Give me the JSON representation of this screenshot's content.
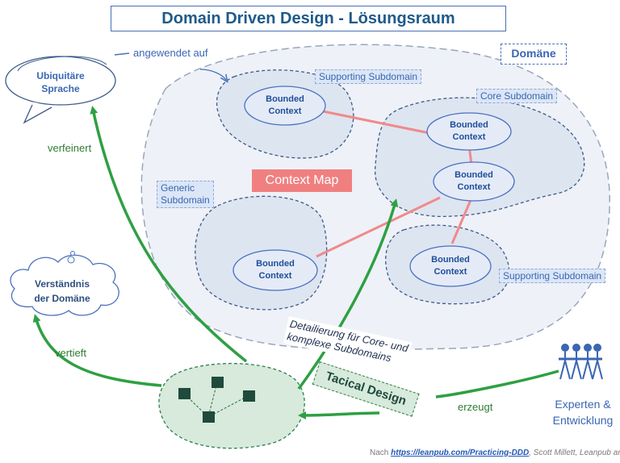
{
  "title": "Domain Driven Design - Lösungsraum",
  "domain_label": "Domäne",
  "ubiquitous_language": [
    "Ubiquitäre",
    "Sprache"
  ],
  "understanding": [
    "Verständnis",
    "der Domäne"
  ],
  "edge_applied": "angewendet auf",
  "edge_refined": "verfeinert",
  "edge_deepened": "vertieft",
  "edge_generated": "erzeugt",
  "context_map": "Context Map",
  "subdomains": {
    "supporting_top": "Supporting Subdomain",
    "core": "Core Subdomain",
    "generic": [
      "Generic",
      "Subdomain"
    ],
    "supporting_bottom": "Supporting Subdomain"
  },
  "bounded_context": [
    "Bounded",
    "Context"
  ],
  "detail_note": [
    "Detailierung für Core- und",
    "komplexe Subdomains"
  ],
  "tactical_design": "Tacical Design",
  "experts": [
    "Experten &",
    "Entwicklung"
  ],
  "footer": {
    "prefix": "Nach ",
    "link": "https://leanpub.com/Practicing-DDD",
    "suffix": ", Scott Millett, Leanpub anpub"
  },
  "colors": {
    "title_text": "#1f5a8a",
    "blue_text": "#3a66b3",
    "green_arrow": "#2ea043",
    "context_map_bg": "#f08080",
    "relation_line": "#f08a8a"
  }
}
